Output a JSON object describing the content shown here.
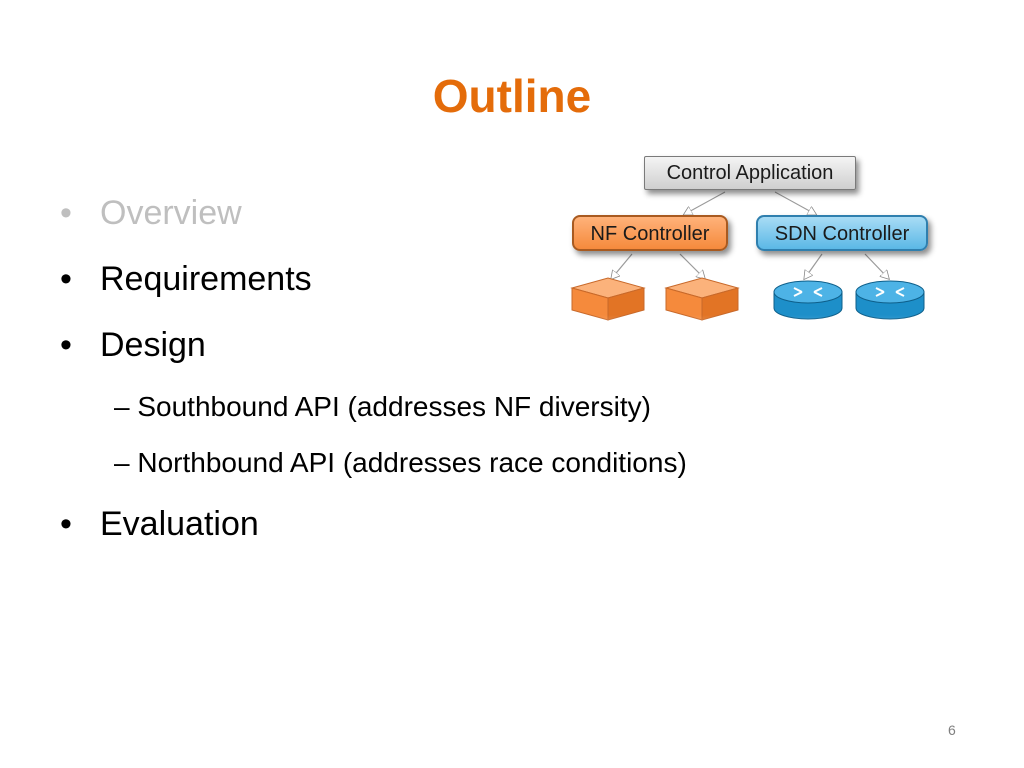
{
  "slide": {
    "title": "Outline",
    "bullets": [
      {
        "text": "Overview",
        "dimmed": true
      },
      {
        "text": "Requirements",
        "dimmed": false
      },
      {
        "text": "Design",
        "dimmed": false
      }
    ],
    "sub_bullets": [
      "Southbound API (addresses NF diversity)",
      "Northbound API (addresses race conditions)"
    ],
    "last_bullet": {
      "text": "Evaluation",
      "dimmed": false
    },
    "bullet_symbol": "•",
    "dash_symbol": "–",
    "page_number": "6"
  },
  "diagram": {
    "control_app_label": "Control Application",
    "nf_controller_label": "NF Controller",
    "sdn_controller_label": "SDN Controller",
    "nf_device_icon": "orange-cube-icon",
    "switch_icon": "blue-router-icon"
  },
  "colors": {
    "title": "#e46c0a",
    "dimmed_text": "#bfbfbf",
    "nf_orange": "#f58a3c",
    "sdn_blue": "#5bb8e6",
    "router_blue": "#1d8fc9"
  }
}
